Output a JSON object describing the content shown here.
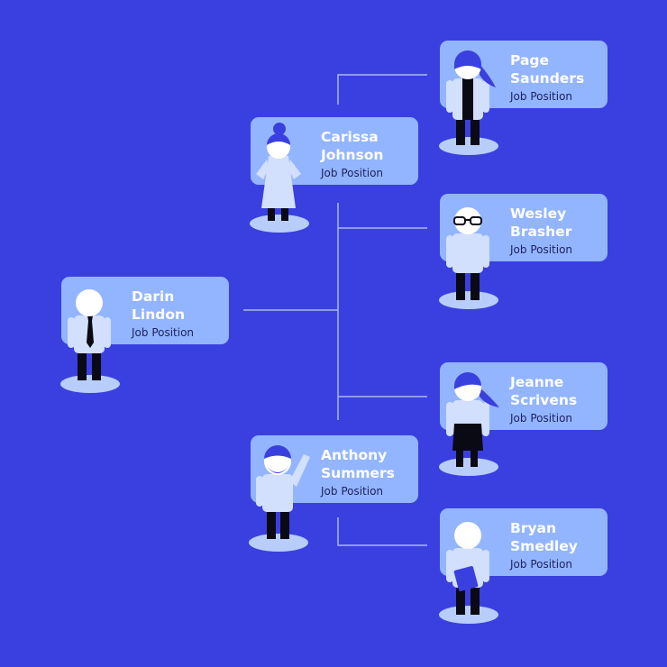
{
  "colors": {
    "background": "#3a40df",
    "card": "#93b5ff",
    "connector": "#aab8ee",
    "shadow": "#b9cdfb",
    "skin": "#ffffff",
    "clothing": "#d2dffd",
    "dark": "#0a0a14",
    "accent": "#3a40df"
  },
  "people": [
    {
      "id": "darin",
      "first": "Darin",
      "last": "Lindon",
      "role": "Job Position",
      "figure": "tie-icon"
    },
    {
      "id": "carissa",
      "first": "Carissa",
      "last": "Johnson",
      "role": "Job Position",
      "figure": "dress-icon"
    },
    {
      "id": "anthony",
      "first": "Anthony",
      "last": "Summers",
      "role": "Job Position",
      "figure": "waving-icon"
    },
    {
      "id": "page",
      "first": "Page",
      "last": "Saunders",
      "role": "Job Position",
      "figure": "blazer-icon"
    },
    {
      "id": "wesley",
      "first": "Wesley",
      "last": "Brasher",
      "role": "Job Position",
      "figure": "glasses-icon"
    },
    {
      "id": "jeanne",
      "first": "Jeanne",
      "last": "Scrivens",
      "role": "Job Position",
      "figure": "apron-icon"
    },
    {
      "id": "bryan",
      "first": "Bryan",
      "last": "Smedley",
      "role": "Job Position",
      "figure": "folder-icon"
    }
  ]
}
